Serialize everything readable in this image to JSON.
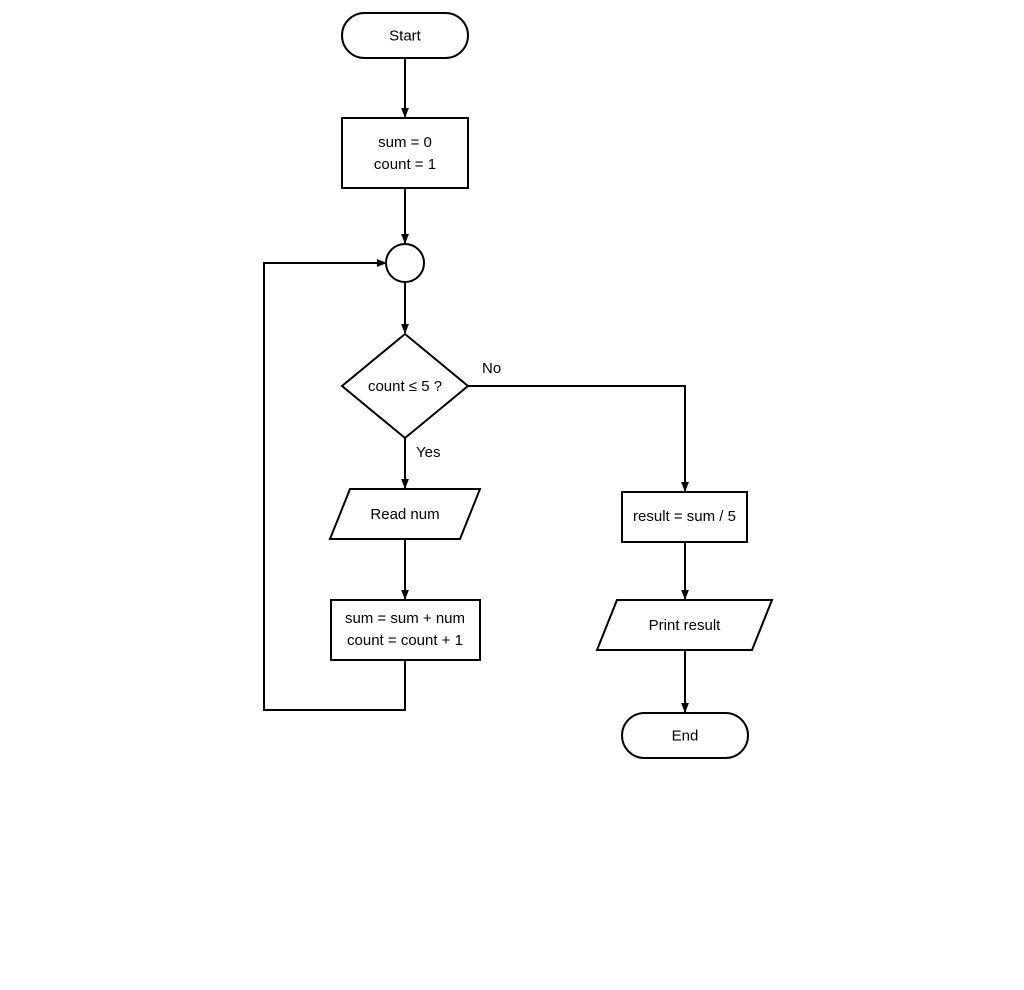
{
  "diagram": {
    "title": "Average of five numbers flowchart",
    "type": "flowchart",
    "background_color": "#ffffff",
    "stroke_color": "#000000",
    "fill_color": "#ffffff"
  },
  "nodes": {
    "start": {
      "label": "Start",
      "shape": "terminator"
    },
    "init": {
      "line1": "sum = 0",
      "line2": "count = 1",
      "shape": "process"
    },
    "junction": {
      "label": "",
      "shape": "connector"
    },
    "decision": {
      "label": "count ≤ 5 ?",
      "shape": "decision"
    },
    "read": {
      "label": "Read num",
      "shape": "input-output"
    },
    "accumulate": {
      "line1": "sum = sum + num",
      "line2": "count = count + 1",
      "shape": "process"
    },
    "compute": {
      "label": "result = sum / 5",
      "shape": "process"
    },
    "print": {
      "label": "Print result",
      "shape": "input-output"
    },
    "end": {
      "label": "End",
      "shape": "terminator"
    }
  },
  "edge_labels": {
    "no": "No",
    "yes": "Yes"
  }
}
